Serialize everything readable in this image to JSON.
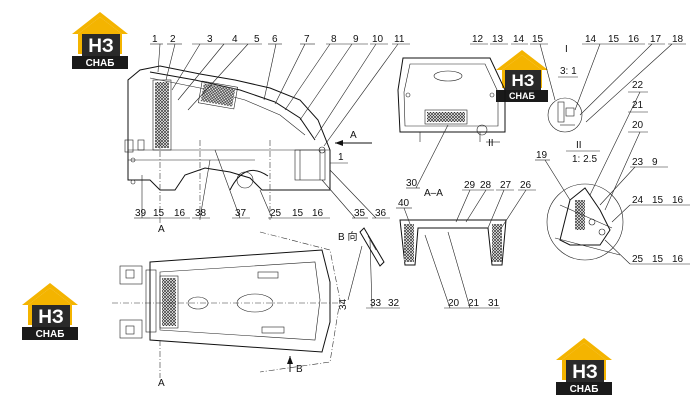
{
  "brand": {
    "mark": "НЗ",
    "word": "СНАБ",
    "colors": {
      "roof": "#f4b400",
      "mark_bg": "#2a2a2a",
      "mark_fg": "#ffffff",
      "word_bg": "#1a1a1a",
      "word_fg": "#ffffff"
    }
  },
  "views": {
    "section_a": "A–A",
    "scale_i": "3: 1",
    "scale_ii": "1: 2.5",
    "roman_i": "I",
    "roman_ii": "II",
    "arrow_a": "A",
    "arrow_b": "B",
    "view_b": "B 向"
  },
  "callouts": {
    "c1": "1",
    "c2": "2",
    "c3": "3",
    "c4": "4",
    "c5": "5",
    "c6": "6",
    "c7": "7",
    "c8": "8",
    "c9": "9",
    "c10": "10",
    "c11": "11",
    "c12": "12",
    "c13": "13",
    "c14a": "14",
    "c15a": "15",
    "c14b": "14",
    "c15b": "15",
    "c16": "16",
    "c17": "17",
    "c18": "18",
    "c19": "19",
    "c20": "20",
    "c21": "21",
    "c22": "22",
    "c23": "23",
    "c9b": "9",
    "c24": "24",
    "c24_15": "15",
    "c24_16": "16",
    "c25": "25",
    "c25_15": "15",
    "c25_16": "16",
    "c26": "26",
    "c27": "27",
    "c28": "28",
    "c29": "29",
    "c30": "30",
    "c31": "31",
    "c32": "32",
    "c33": "33",
    "c34": "34",
    "c35": "35",
    "c36": "36",
    "c37": "37",
    "c38": "38",
    "c39": "39",
    "c39_15": "15",
    "c39_16": "16",
    "c25b": "25",
    "c25b_15": "15",
    "c25b_16": "16",
    "c40": "40",
    "c20b": "20",
    "c21b": "21",
    "c1b": "1"
  }
}
